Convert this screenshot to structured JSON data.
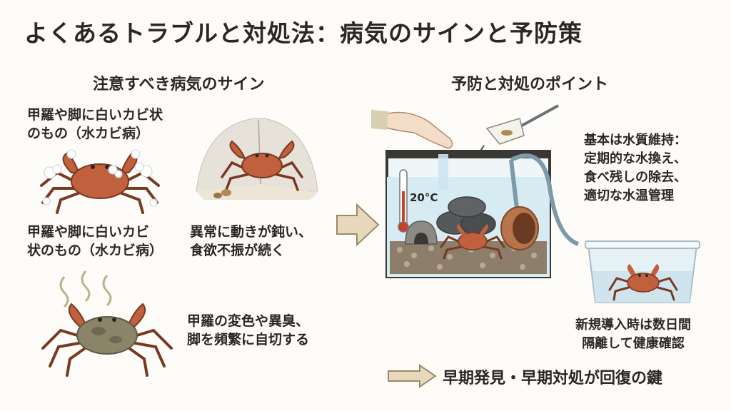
{
  "title": "よくあるトラブルと対処法：病気のサインと予防策",
  "left_section": {
    "heading": "注意すべき病気のサイン",
    "signs": [
      {
        "lines": [
          "甲羅や脚に白いカビ状",
          "のもの（水カビ病）"
        ],
        "icon": "moldy-crab-icon"
      },
      {
        "lines": [
          "甲羅や脚に白いカビ",
          "状のもの（水カビ病）"
        ],
        "icon": "hiding-crab-icon"
      },
      {
        "lines": [
          "異常に動きが鈍い、",
          "食欲不振が続く"
        ],
        "icon": "sluggish-crab-icon"
      },
      {
        "lines": [
          "甲羅の変色や異臭、",
          "脚を頻繁に自切する"
        ],
        "icon": "discolored-crab-icon"
      }
    ]
  },
  "right_section": {
    "heading": "予防と対処のポイント",
    "thermometer_label": "20°C",
    "water_care": [
      "基本は水質維持：",
      "定期的な水換え、",
      "食べ残しの除去、",
      "適切な水温管理"
    ],
    "quarantine": [
      "新規導入時は数日間",
      "隔離して健康確認"
    ],
    "conclusion": "早期発見・早期対処が回復の鍵"
  },
  "colors": {
    "crab": "#c0603c",
    "crab_dark": "#8a3f24",
    "arrow": "#e8d9be",
    "arrow_stroke": "#a08a64",
    "water": "#d7ebf2"
  }
}
